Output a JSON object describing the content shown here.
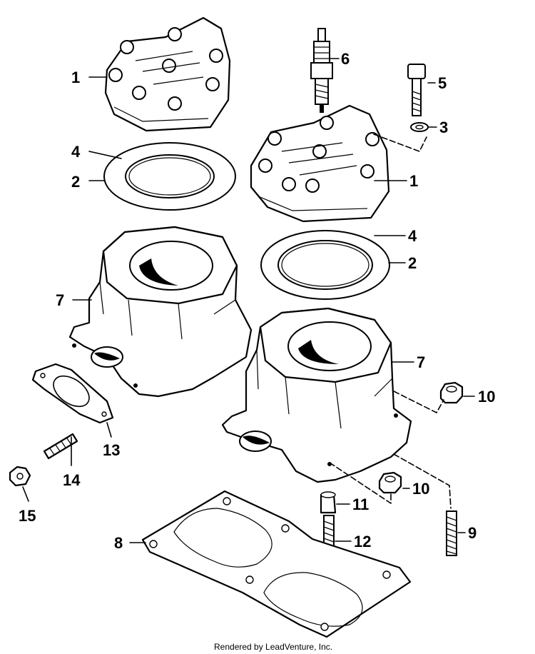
{
  "diagram": {
    "callouts": [
      {
        "id": "c1a",
        "label": "1"
      },
      {
        "id": "c4a",
        "label": "4"
      },
      {
        "id": "c2a",
        "label": "2"
      },
      {
        "id": "c6",
        "label": "6"
      },
      {
        "id": "c5",
        "label": "5"
      },
      {
        "id": "c3",
        "label": "3"
      },
      {
        "id": "c1b",
        "label": "1"
      },
      {
        "id": "c4b",
        "label": "4"
      },
      {
        "id": "c2b",
        "label": "2"
      },
      {
        "id": "c7a",
        "label": "7"
      },
      {
        "id": "c7b",
        "label": "7"
      },
      {
        "id": "c10a",
        "label": "10"
      },
      {
        "id": "c13",
        "label": "13"
      },
      {
        "id": "c14",
        "label": "14"
      },
      {
        "id": "c15",
        "label": "15"
      },
      {
        "id": "c10b",
        "label": "10"
      },
      {
        "id": "c11",
        "label": "11"
      },
      {
        "id": "c9",
        "label": "9"
      },
      {
        "id": "c8",
        "label": "8"
      },
      {
        "id": "c12",
        "label": "12"
      }
    ],
    "footer": "Rendered by LeadVenture, Inc."
  }
}
